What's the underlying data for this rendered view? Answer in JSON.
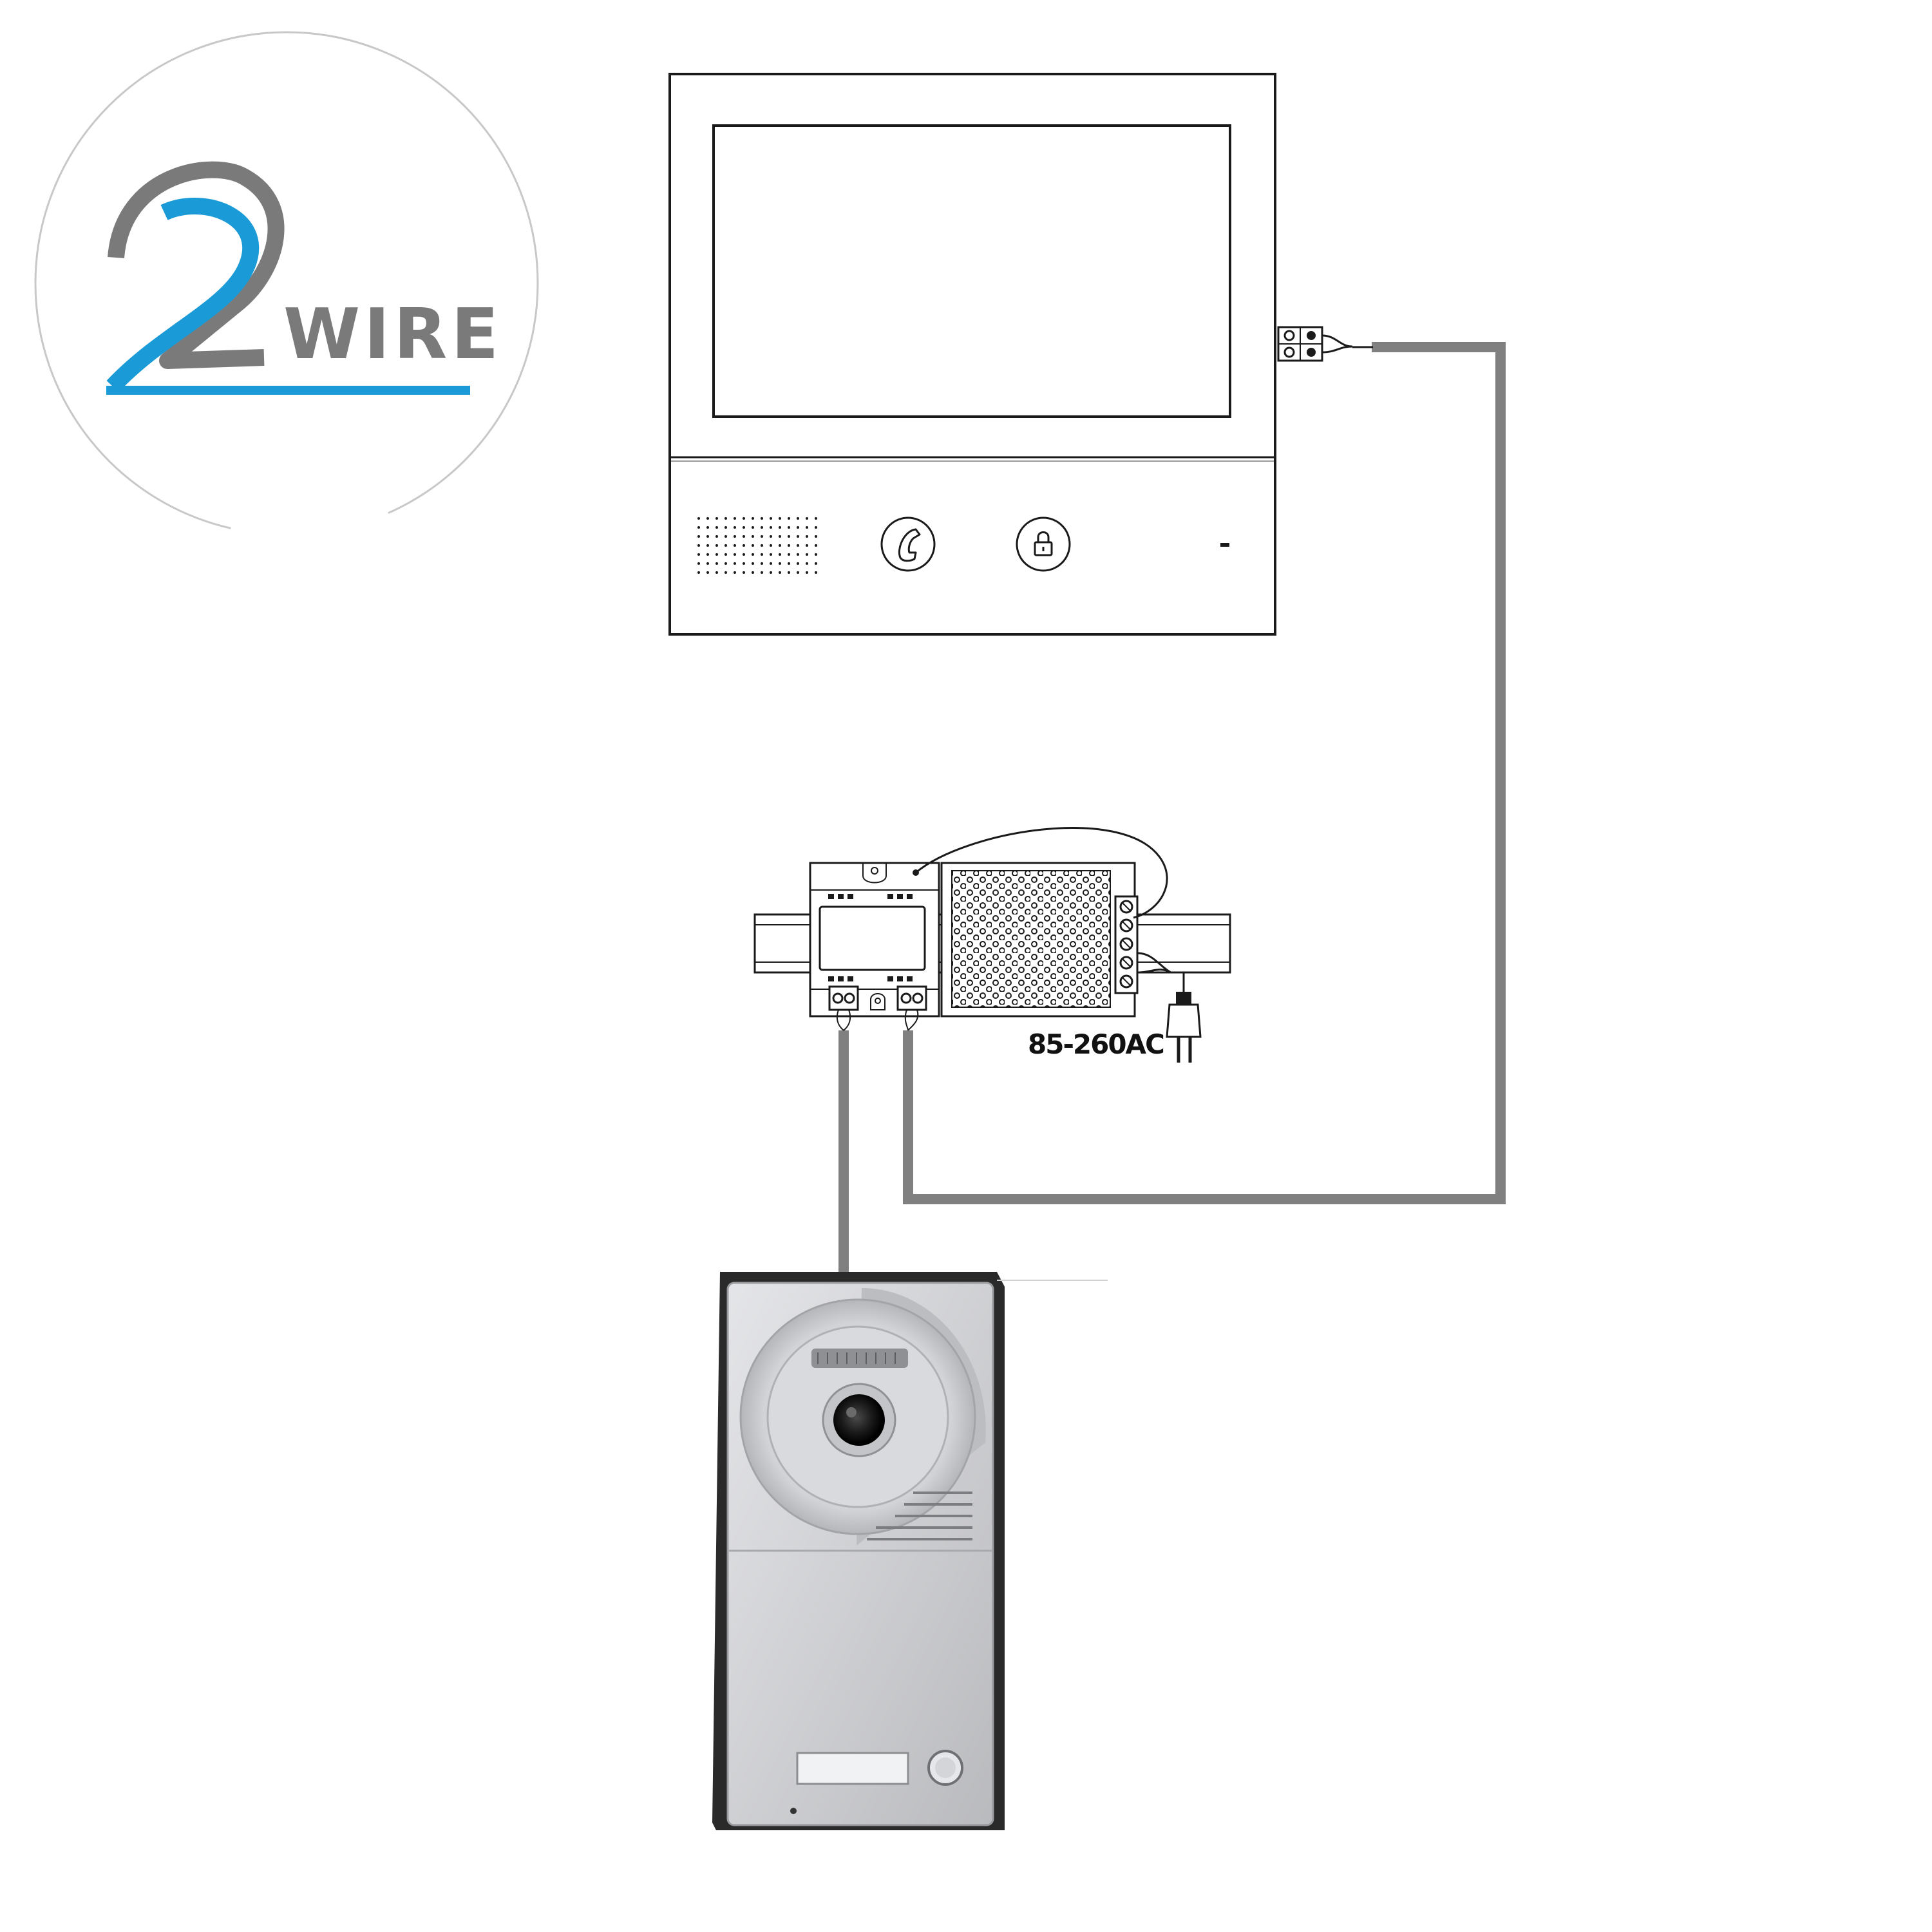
{
  "logo": {
    "numeral": "2",
    "word": "WIRE",
    "colors": {
      "gray": "#7a7a7a",
      "blue": "#1a9ad6",
      "ring": "#c8c8c8"
    }
  },
  "power_supply": {
    "voltage_label": "85-260AC"
  },
  "icons": {
    "monitor_talk": "phone-handset-icon",
    "monitor_unlock": "padlock-icon",
    "plug": "power-plug-icon",
    "door_camera": "camera-lens-icon"
  },
  "colors": {
    "wire": "#808080",
    "outline": "#1a1a1a",
    "panel_silver": "#c9cacd",
    "panel_dark": "#2a2a2a"
  }
}
